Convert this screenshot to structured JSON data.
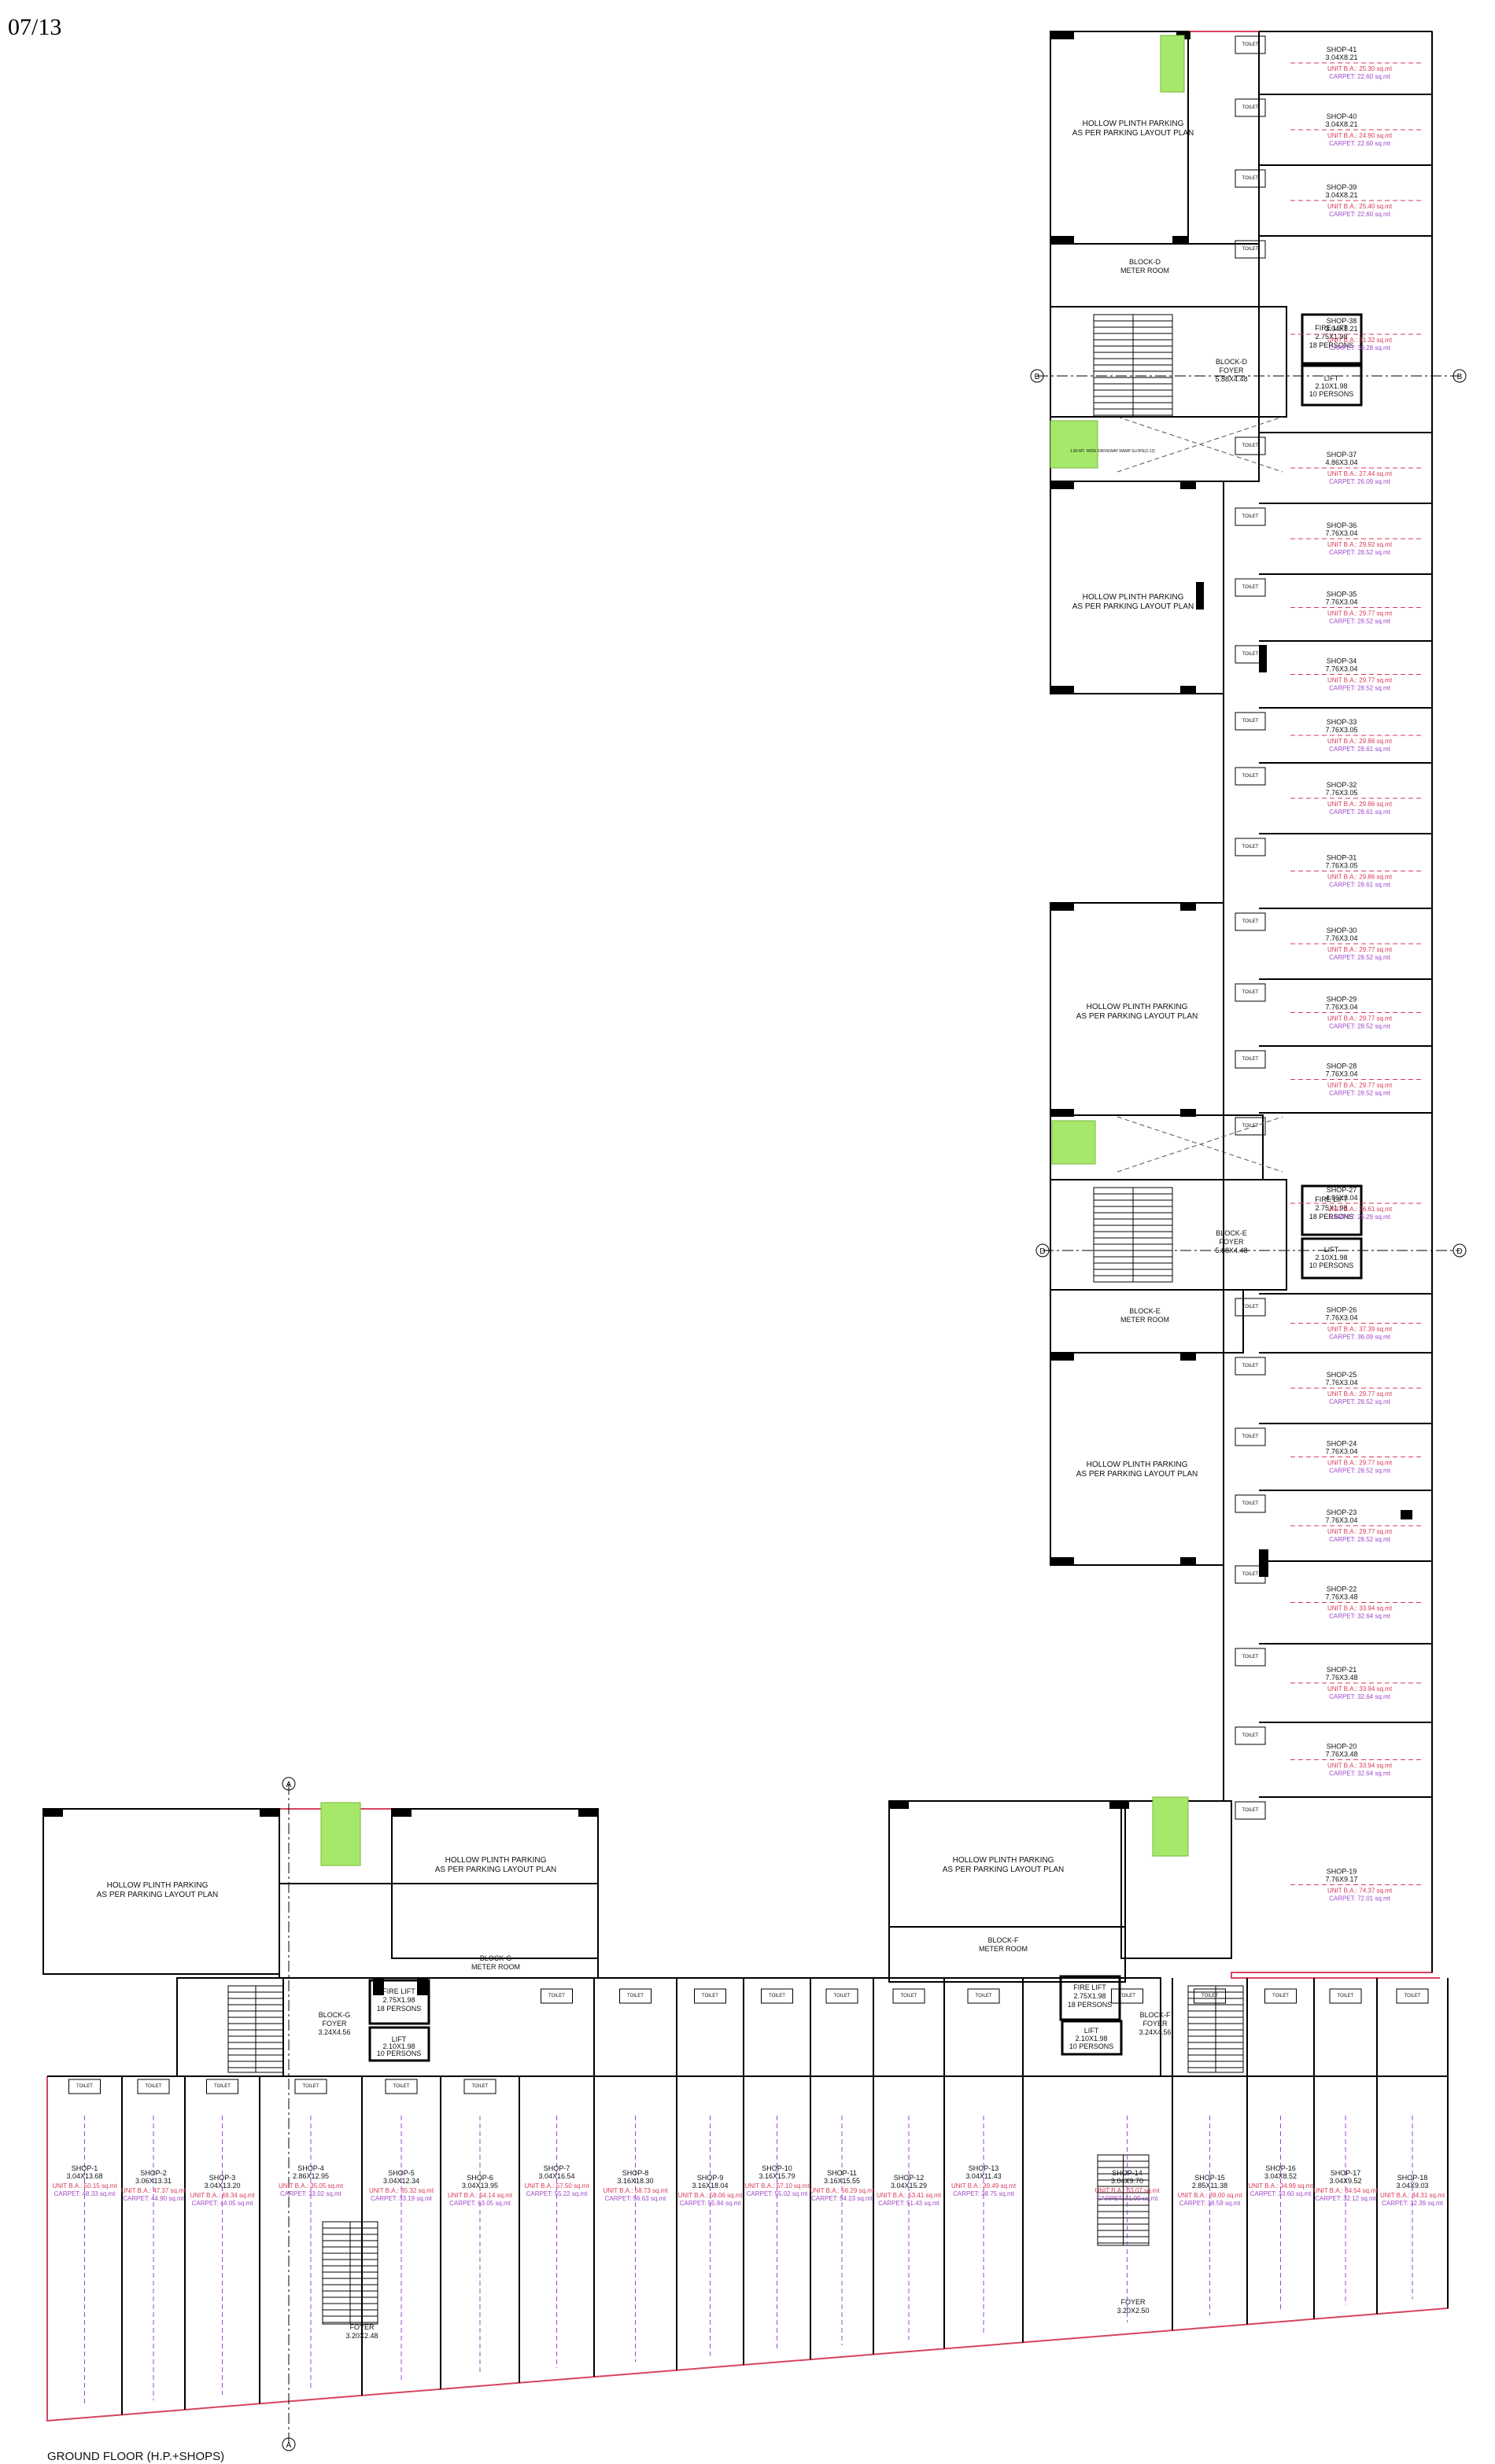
{
  "sheet": {
    "number": "07/13",
    "title": "GROUND FLOOR (H.P.+SHOPS)"
  },
  "colors": {
    "outline": "#d8445f",
    "wall": "#000000",
    "ramp": "#a6e86a",
    "unit_text": "#d83a5a",
    "carpet_text": "#a048c8"
  },
  "parking": {
    "title": "HOLLOW PLINTH PARKING",
    "subtitle": "AS PER PARKING LAYOUT PLAN"
  },
  "blocks": [
    {
      "id": "block-d",
      "name": "BLOCK-D",
      "foyer": "FOYER",
      "foyer_size": "5.88X4.48",
      "meter": "METER ROOM",
      "fire_lift": "FIRE LIFT",
      "fire_lift_size": "2.75X1.98",
      "fire_lift_cap": "18 PERSONS",
      "lift": "LIFT",
      "lift_size": "2.10X1.98",
      "lift_cap": "10 PERSONS"
    },
    {
      "id": "block-e",
      "name": "BLOCK-E",
      "foyer": "FOYER",
      "foyer_size": "5.88X4.48",
      "meter": "METER ROOM",
      "fire_lift": "FIRE LIFT",
      "fire_lift_size": "2.75X1.98",
      "fire_lift_cap": "18 PERSONS",
      "lift": "LIFT",
      "lift_size": "2.10X1.98",
      "lift_cap": "10 PERSONS"
    },
    {
      "id": "block-g",
      "name": "BLOCK-G",
      "foyer": "FOYER",
      "foyer_size": "3.24X4.56",
      "meter": "METER ROOM",
      "fire_lift": "FIRE LIFT",
      "fire_lift_size": "2.75X1.98",
      "fire_lift_cap": "18 PERSONS",
      "lift": "LIFT",
      "lift_size": "2.10X1.98",
      "lift_cap": "10 PERSONS"
    },
    {
      "id": "block-f",
      "name": "BLOCK-F",
      "foyer": "FOYER",
      "foyer_size": "3.24X4.56",
      "meter": "METER ROOM",
      "fire_lift": "FIRE LIFT",
      "fire_lift_size": "2.75X1.98",
      "fire_lift_cap": "18 PERSONS",
      "lift": "LIFT",
      "lift_size": "2.10X1.98",
      "lift_cap": "10 PERSONS"
    }
  ],
  "ramp_label": "1.80 MT. WIDE DRIVEWAY RAMP SLOPE(1:12)",
  "toilet_label": "TOILET",
  "foyers": [
    {
      "name": "FOYER",
      "size": "3.20X2.48"
    },
    {
      "name": "FOYER",
      "size": "3.20X2.50"
    }
  ],
  "grid_markers": [
    "B",
    "D",
    "A"
  ],
  "shops_east": [
    {
      "name": "SHOP-41",
      "size": "3.04X8.21",
      "unit": "UNIT B.A.: 25.30 sq.mt",
      "carpet": "CARPET: 22.60 sq.mt"
    },
    {
      "name": "SHOP-40",
      "size": "3.04X8.21",
      "unit": "UNIT B.A.: 24.90 sq.mt",
      "carpet": "CARPET: 22.60 sq.mt"
    },
    {
      "name": "SHOP-39",
      "size": "3.04X8.21",
      "unit": "UNIT B.A.: 25.40 sq.mt",
      "carpet": "CARPET: 22.60 sq.mt"
    },
    {
      "name": "SHOP-38",
      "size": "3.04X8.21",
      "unit": "UNIT B.A.: 31.32 sq.mt",
      "carpet": "CARPET: 30.28 sq.mt"
    },
    {
      "name": "SHOP-37",
      "size": "4.86X3.04",
      "unit": "UNIT B.A.: 27.44 sq.mt",
      "carpet": "CARPET: 26.09 sq.mt"
    },
    {
      "name": "SHOP-36",
      "size": "7.76X3.04",
      "unit": "UNIT B.A.: 29.92 sq.mt",
      "carpet": "CARPET: 28.52 sq.mt"
    },
    {
      "name": "SHOP-35",
      "size": "7.76X3.04",
      "unit": "UNIT B.A.: 29.77 sq.mt",
      "carpet": "CARPET: 28.52 sq.mt"
    },
    {
      "name": "SHOP-34",
      "size": "7.76X3.04",
      "unit": "UNIT B.A.: 29.77 sq.mt",
      "carpet": "CARPET: 28.52 sq.mt"
    },
    {
      "name": "SHOP-33",
      "size": "7.76X3.05",
      "unit": "UNIT B.A.: 29.86 sq.mt",
      "carpet": "CARPET: 28.61 sq.mt"
    },
    {
      "name": "SHOP-32",
      "size": "7.76X3.05",
      "unit": "UNIT B.A.: 29.86 sq.mt",
      "carpet": "CARPET: 28.61 sq.mt"
    },
    {
      "name": "SHOP-31",
      "size": "7.76X3.05",
      "unit": "UNIT B.A.: 29.86 sq.mt",
      "carpet": "CARPET: 28.61 sq.mt"
    },
    {
      "name": "SHOP-30",
      "size": "7.76X3.04",
      "unit": "UNIT B.A.: 29.77 sq.mt",
      "carpet": "CARPET: 28.52 sq.mt"
    },
    {
      "name": "SHOP-29",
      "size": "7.76X3.04",
      "unit": "UNIT B.A.: 29.77 sq.mt",
      "carpet": "CARPET: 28.52 sq.mt"
    },
    {
      "name": "SHOP-28",
      "size": "7.76X3.04",
      "unit": "UNIT B.A.: 29.77 sq.mt",
      "carpet": "CARPET: 28.52 sq.mt"
    },
    {
      "name": "SHOP-27",
      "size": "4.86X3.04",
      "unit": "UNIT B.A.: 26.61 sq.mt",
      "carpet": "CARPET: 25.29 sq.mt"
    },
    {
      "name": "SHOP-26",
      "size": "7.76X3.04",
      "unit": "UNIT B.A.: 37.39 sq.mt",
      "carpet": "CARPET: 36.09 sq.mt"
    },
    {
      "name": "SHOP-25",
      "size": "7.76X3.04",
      "unit": "UNIT B.A.: 29.77 sq.mt",
      "carpet": "CARPET: 28.52 sq.mt"
    },
    {
      "name": "SHOP-24",
      "size": "7.76X3.04",
      "unit": "UNIT B.A.: 29.77 sq.mt",
      "carpet": "CARPET: 28.52 sq.mt"
    },
    {
      "name": "SHOP-23",
      "size": "7.76X3.04",
      "unit": "UNIT B.A.: 29.77 sq.mt",
      "carpet": "CARPET: 28.52 sq.mt"
    },
    {
      "name": "SHOP-22",
      "size": "7.76X3.48",
      "unit": "UNIT B.A.: 33.94 sq.mt",
      "carpet": "CARPET: 32.64 sq.mt"
    },
    {
      "name": "SHOP-21",
      "size": "7.76X3.48",
      "unit": "UNIT B.A.: 33.94 sq.mt",
      "carpet": "CARPET: 32.64 sq.mt"
    },
    {
      "name": "SHOP-20",
      "size": "7.76X3.48",
      "unit": "UNIT B.A.: 33.94 sq.mt",
      "carpet": "CARPET: 32.64 sq.mt"
    },
    {
      "name": "SHOP-19",
      "size": "7.76X9.17",
      "unit": "UNIT B.A.: 74.37 sq.mt",
      "carpet": "CARPET: 72.01 sq.mt"
    }
  ],
  "shops_south": [
    {
      "name": "SHOP-1",
      "size": "3.04X13.68",
      "unit": "UNIT B.A.: 50.15 sq.mt",
      "carpet": "CARPET: 48.33 sq.mt"
    },
    {
      "name": "SHOP-2",
      "size": "3.06X13.31",
      "unit": "UNIT B.A.: 47.37 sq.mt",
      "carpet": "CARPET: 44.90 sq.mt"
    },
    {
      "name": "SHOP-3",
      "size": "3.04X13.20",
      "unit": "UNIT B.A.: 46.34 sq.mt",
      "carpet": "CARPET: 44.05 sq.mt"
    },
    {
      "name": "SHOP-4",
      "size": "2.86X12.95",
      "unit": "UNIT B.A.: 35.05 sq.mt",
      "carpet": "CARPET: 33.02 sq.mt"
    },
    {
      "name": "SHOP-5",
      "size": "3.04X12.34",
      "unit": "UNIT B.A.: 35.32 sq.mt",
      "carpet": "CARPET: 33.19 sq.mt"
    },
    {
      "name": "SHOP-6",
      "size": "3.04X13.95",
      "unit": "UNIT B.A.: 54.14 sq.mt",
      "carpet": "CARPET: 63.05 sq.mt"
    },
    {
      "name": "SHOP-7",
      "size": "3.04X16.54",
      "unit": "UNIT B.A.: 57.50 sq.mt",
      "carpet": "CARPET: 55.22 sq.mt"
    },
    {
      "name": "SHOP-8",
      "size": "3.16X18.30",
      "unit": "UNIT B.A.: 58.73 sq.mt",
      "carpet": "CARPET: 56.63 sq.mt"
    },
    {
      "name": "SHOP-9",
      "size": "3.16X18.04",
      "unit": "UNIT B.A.: 58.06 sq.mt",
      "carpet": "CARPET: 55.84 sq.mt"
    },
    {
      "name": "SHOP-10",
      "size": "3.16X15.79",
      "unit": "UNIT B.A.: 57.10 sq.mt",
      "carpet": "CARPET: 55.02 sq.mt"
    },
    {
      "name": "SHOP-11",
      "size": "3.16X15.55",
      "unit": "UNIT B.A.: 56.29 sq.mt",
      "carpet": "CARPET: 54.23 sq.mt"
    },
    {
      "name": "SHOP-12",
      "size": "3.04X15.29",
      "unit": "UNIT B.A.: 53.41 sq.mt",
      "carpet": "CARPET: 51.43 sq.mt"
    },
    {
      "name": "SHOP-13",
      "size": "3.04X11.43",
      "unit": "UNIT B.A.: 39.49 sq.mt",
      "carpet": "CARPET: 38.75 sq.mt"
    },
    {
      "name": "SHOP-14",
      "size": "3.04X9.70",
      "unit": "UNIT B.A.: 33.07 sq.mt",
      "carpet": "CARPET: 31.99 sq.mt"
    },
    {
      "name": "SHOP-15",
      "size": "2.85X11.38",
      "unit": "UNIT B.A.: 39.00 sq.mt",
      "carpet": "CARPET: 38.59 sq.mt"
    },
    {
      "name": "SHOP-16",
      "size": "3.04X8.52",
      "unit": "UNIT B.A.: 34.99 sq.mt",
      "carpet": "CARPET: 33.60 sq.mt"
    },
    {
      "name": "SHOP-17",
      "size": "3.04X9.52",
      "unit": "UNIT B.A.: 34.54 sq.mt",
      "carpet": "CARPET: 32.12 sq.mt"
    },
    {
      "name": "SHOP-18",
      "size": "3.04X9.03",
      "unit": "UNIT B.A.: 34.31 sq.mt",
      "carpet": "CARPET: 32.39 sq.mt"
    }
  ]
}
